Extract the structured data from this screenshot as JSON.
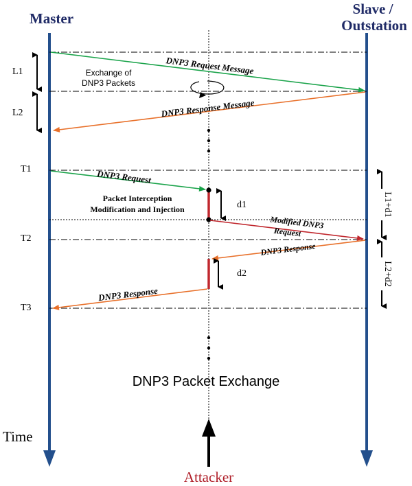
{
  "headers": {
    "master": "Master",
    "slave_line1": "Slave /",
    "slave_line2": "Outstation"
  },
  "time_label": "Time",
  "attacker_label": "Attacker",
  "caption": "DNP3 Packet Exchange",
  "markers": {
    "l1": "L1",
    "l2": "L2",
    "t1": "T1",
    "t2": "T2",
    "t3": "T3",
    "d1": "d1",
    "d2": "d2",
    "l1_d1": "L1+d1",
    "l2_d2": "L2+d2"
  },
  "annotations": {
    "exchange_line1": "Exchange of",
    "exchange_line2": "DNP3 Packets",
    "interception_line1": "Packet Interception",
    "interception_line2": "Modification and Injection"
  },
  "messages": {
    "request_message": "DNP3 Request Message",
    "response_message": "DNP3 Response Message",
    "request": "DNP3 Request",
    "modified_line1": "Modified DNP3",
    "modified_line2": "Request",
    "response_to_attacker": "DNP3 Response",
    "response_to_master": "DNP3 Response"
  },
  "colors": {
    "lifeline": "#234f8c",
    "header_text": "#1f2a66",
    "request_arrow": "#1aa34a",
    "response_arrow": "#e8702a",
    "attack_bar": "#c0272d",
    "attacker_text": "#b0202a",
    "ink": "#000000"
  }
}
